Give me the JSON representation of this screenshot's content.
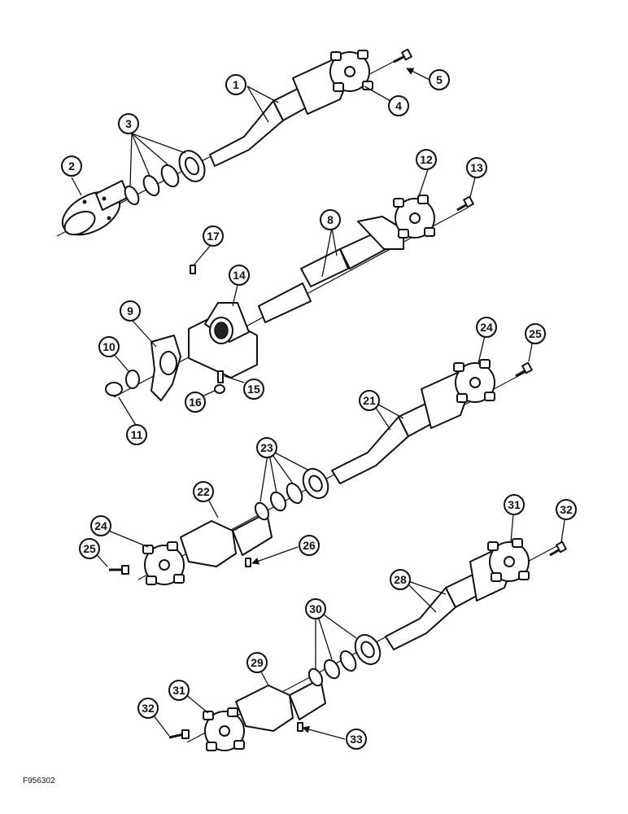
{
  "figure_id": "F956302",
  "callouts": [
    "1",
    "2",
    "3",
    "4",
    "5",
    "8",
    "9",
    "10",
    "11",
    "12",
    "13",
    "14",
    "15",
    "16",
    "17",
    "21",
    "22",
    "23",
    "24",
    "25",
    "24",
    "25",
    "26",
    "28",
    "29",
    "30",
    "31",
    "31",
    "32",
    "32",
    "33"
  ]
}
